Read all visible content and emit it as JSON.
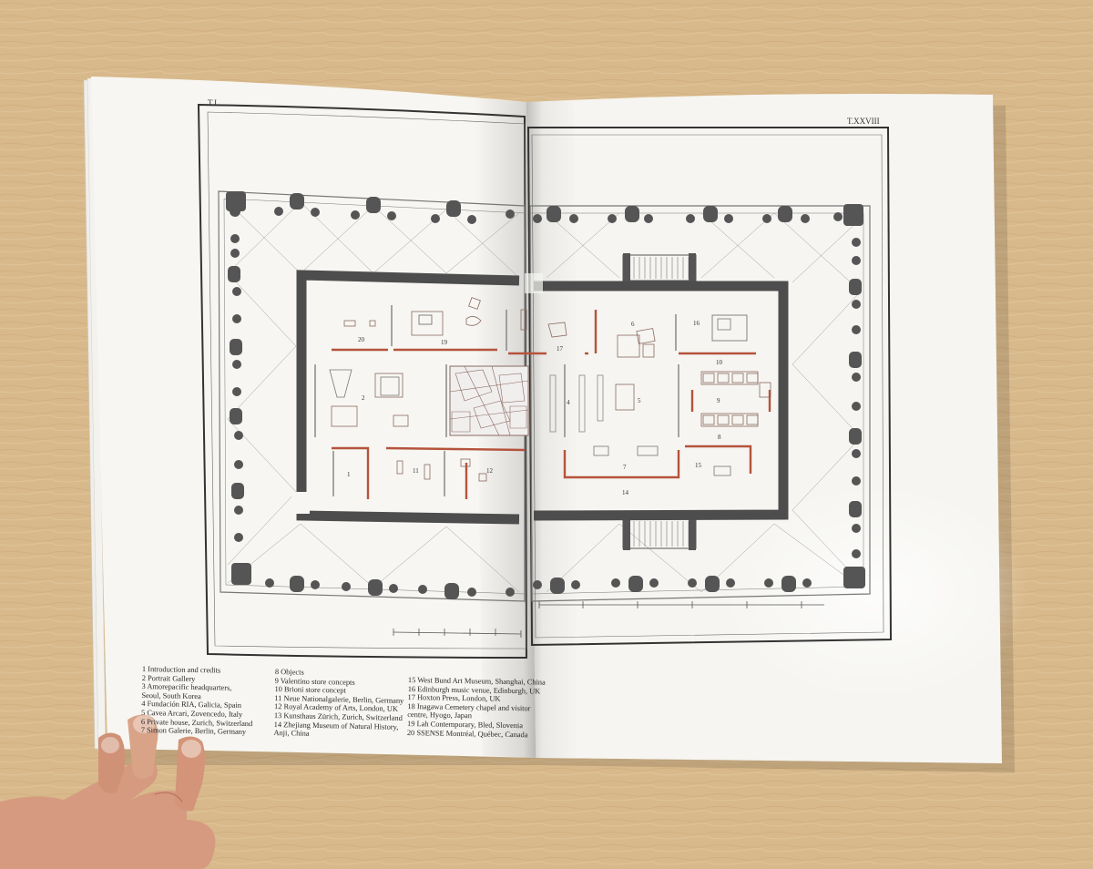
{
  "page_labels": {
    "left": "T.I",
    "right": "T.XXVIII"
  },
  "room_numbers": [
    "1",
    "2",
    "4",
    "5",
    "6",
    "7",
    "8",
    "9",
    "10",
    "11",
    "12",
    "14",
    "15",
    "16",
    "17",
    "19",
    "20"
  ],
  "legend_col1": [
    "1  Introduction and credits",
    "2  Portrait Gallery",
    "3  Amorepacific headquarters,",
    "    Seoul, South Korea",
    "4  Fundación RIA, Galicia, Spain",
    "5  Cavea Arcari, Zovencedo, Italy",
    "6  Private house, Zurich, Switzerland",
    "7  Simon Galerie, Berlin, Germany"
  ],
  "legend_col2": [
    "8  Objects",
    "9  Valentino store concepts",
    "10  Brioni store concept",
    "11  Neue Nationalgalerie, Berlin, Germany",
    "12  Royal Academy of Arts, London, UK",
    "13  Kunsthaus Zürich, Zurich, Switzerland",
    "14  Zhejiang Museum of Natural History,",
    "      Anji, China"
  ],
  "legend_col3": [
    "15  West Bund Art Museum, Shanghai, China",
    "16  Edinburgh music venue, Edinburgh, UK",
    "17  Hoxton Press, London, UK",
    "18  Inagawa Cemetery chapel and visitor",
    "      centre, Hyogo, Japan",
    "19  Lah Contemporary, Bled, Slovenia",
    "20  SSENSE Montréal, Québec, Canada"
  ],
  "colors": {
    "wood": "#d9b98c",
    "paper": "#f7f6f2",
    "wall": "#555555",
    "accent": "#b5533c",
    "skin": "#d69a80"
  }
}
